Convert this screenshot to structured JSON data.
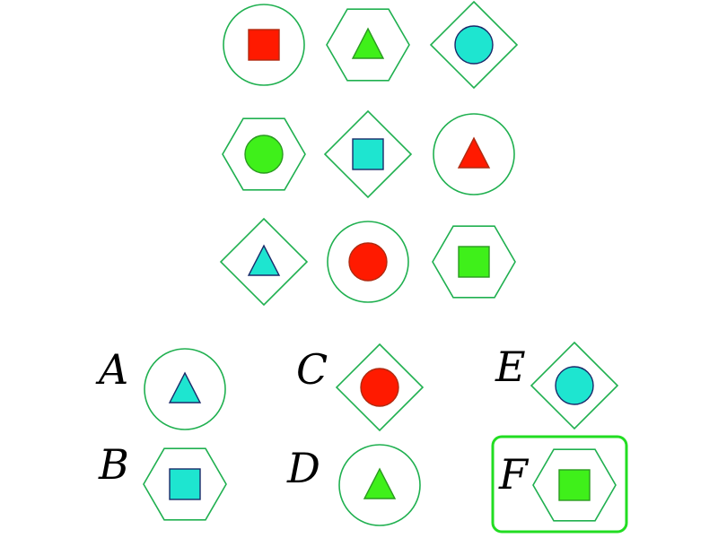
{
  "colors": {
    "frame": "#20b050",
    "red": "#ff1a00",
    "green": "#3ff01a",
    "cyan": "#1ee5d0",
    "red_stroke": "#b02a10",
    "green_stroke": "#2a9a20",
    "cyan_stroke": "#1a2a6a",
    "selected": "#22dd22"
  },
  "matrix": [
    [
      {
        "frame": "circle",
        "shape": "square",
        "color": "red"
      },
      {
        "frame": "hexagon",
        "shape": "triangle",
        "color": "green"
      },
      {
        "frame": "diamond",
        "shape": "circle",
        "color": "cyan"
      }
    ],
    [
      {
        "frame": "hexagon",
        "shape": "circle",
        "color": "green"
      },
      {
        "frame": "diamond",
        "shape": "square",
        "color": "cyan"
      },
      {
        "frame": "circle",
        "shape": "triangle",
        "color": "red"
      }
    ],
    [
      {
        "frame": "diamond",
        "shape": "triangle",
        "color": "cyan"
      },
      {
        "frame": "circle",
        "shape": "circle",
        "color": "red"
      },
      {
        "frame": "hexagon",
        "shape": "square",
        "color": "green"
      }
    ]
  ],
  "options": [
    {
      "label": "A",
      "frame": "circle",
      "shape": "triangle",
      "color": "cyan",
      "selected": false
    },
    {
      "label": "B",
      "frame": "hexagon",
      "shape": "square",
      "color": "cyan",
      "selected": false
    },
    {
      "label": "C",
      "frame": "diamond",
      "shape": "circle",
      "color": "red",
      "selected": false
    },
    {
      "label": "D",
      "frame": "circle",
      "shape": "triangle",
      "color": "green",
      "selected": false
    },
    {
      "label": "E",
      "frame": "diamond",
      "shape": "circle",
      "color": "cyan",
      "selected": false
    },
    {
      "label": "F",
      "frame": "hexagon",
      "shape": "square",
      "color": "green",
      "selected": true
    }
  ]
}
